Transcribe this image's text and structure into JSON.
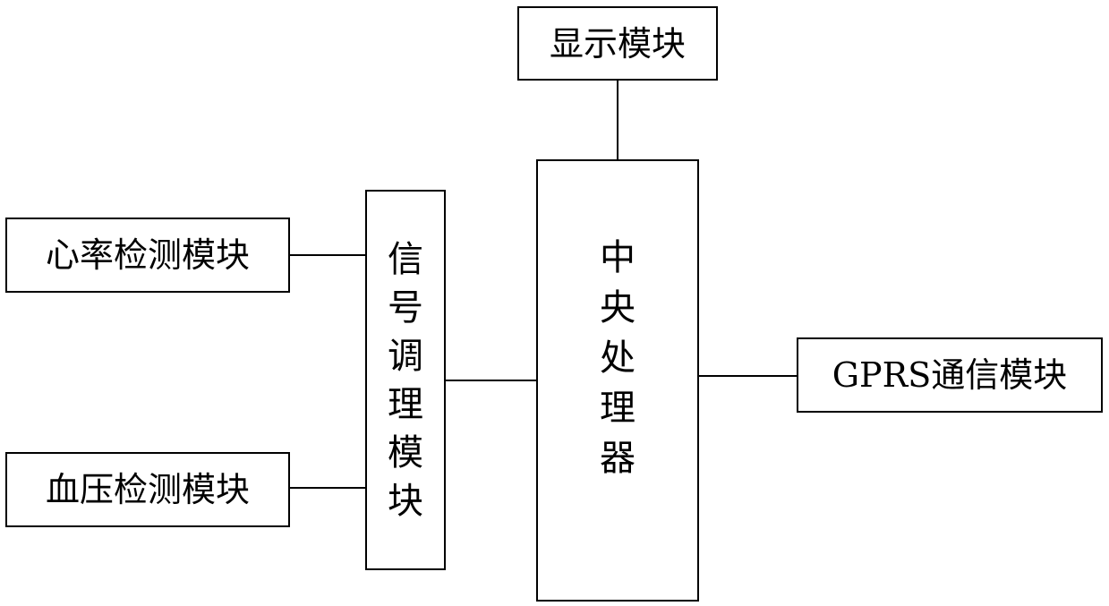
{
  "diagram": {
    "display_module": "显示模块",
    "heart_rate_module": "心率检测模块",
    "blood_pressure_module": "血压检测模块",
    "signal_conditioning_module": "信号调理模块",
    "central_processor": "中央处理器",
    "gprs_module": "GPRS通信模块"
  }
}
